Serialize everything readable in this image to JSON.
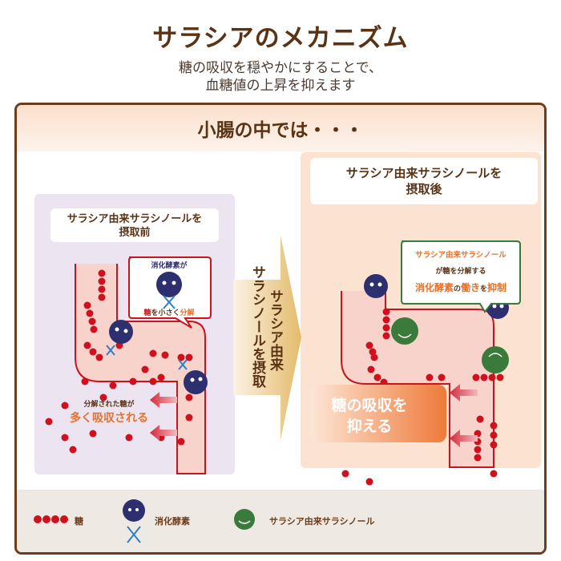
{
  "title": "サラシアのメカニズム",
  "subtitle": [
    "糖の吸収を穏やかにすることで、",
    "血糖値の上昇を抑えます"
  ],
  "section_title": "小腸の中では・・・",
  "before": {
    "label": [
      "サラシア由来サラシノールを",
      "摂取前"
    ],
    "bubble": {
      "top": "消化酵素が",
      "bottom_red": "糖",
      "bottom_mid": "を小さく",
      "bottom_orange": "分解"
    },
    "caption_small": "分解された糖が",
    "caption_big": "多く吸収される"
  },
  "arrow": {
    "col1": "サラシア由来",
    "col2": "サラシノールを摂取"
  },
  "after": {
    "label": [
      "サラシア由来サラシノールを",
      "摂取後"
    ],
    "bubble": {
      "line1": "サラシア由来サラシノール",
      "line2": "が糖を分解する",
      "line3a": "消化酵素",
      "line3b": "の",
      "line3c": "働き",
      "line3d": "を",
      "line3e": "抑制"
    },
    "result": [
      "糖の吸収を",
      "抑える"
    ]
  },
  "legend": {
    "sugar": "糖",
    "enzyme": "消化酵素",
    "salacinol": "サラシア由来サラシノール"
  },
  "colors": {
    "brown": "#5a3315",
    "sugar": "#d0101c",
    "enzyme": "#2d2f6e",
    "salacinol": "#3a7a3a",
    "orange": "#e8702a"
  }
}
